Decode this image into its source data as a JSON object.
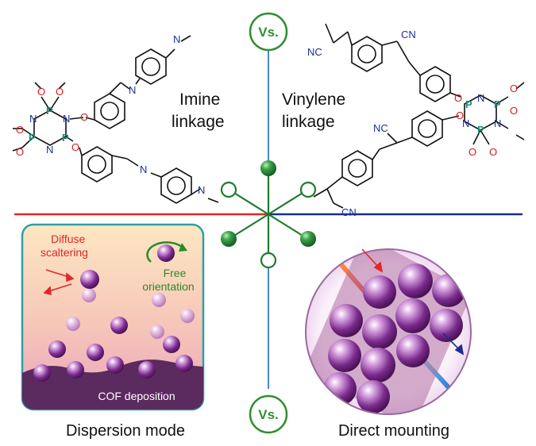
{
  "vs_top": "Vs.",
  "vs_bottom": "Vs.",
  "imine_label": [
    "Imine",
    "linkage"
  ],
  "vinylene_label": [
    "Vinylene",
    "linkage"
  ],
  "inset": {
    "diffuse": [
      "Diffuse",
      "scaltering"
    ],
    "free": [
      "Free",
      "orientation"
    ],
    "deposition": "COF deposition"
  },
  "bottom_left_caption": "Dispersion mode",
  "bottom_right_caption": "Direct mounting",
  "atoms": {
    "P": "P",
    "N": "N",
    "O": "O",
    "CN": "CN",
    "NC": "NC"
  },
  "colors": {
    "red_axis": "#e2262b",
    "blue_axis": "#1a2f8a",
    "green_star": "#1e7a2e",
    "vs_green": "#2f8f2f",
    "vertical_axis": "#4a87c8",
    "inset_border": "#2ea0a6",
    "sphere_purple": "#7a2a8c"
  }
}
